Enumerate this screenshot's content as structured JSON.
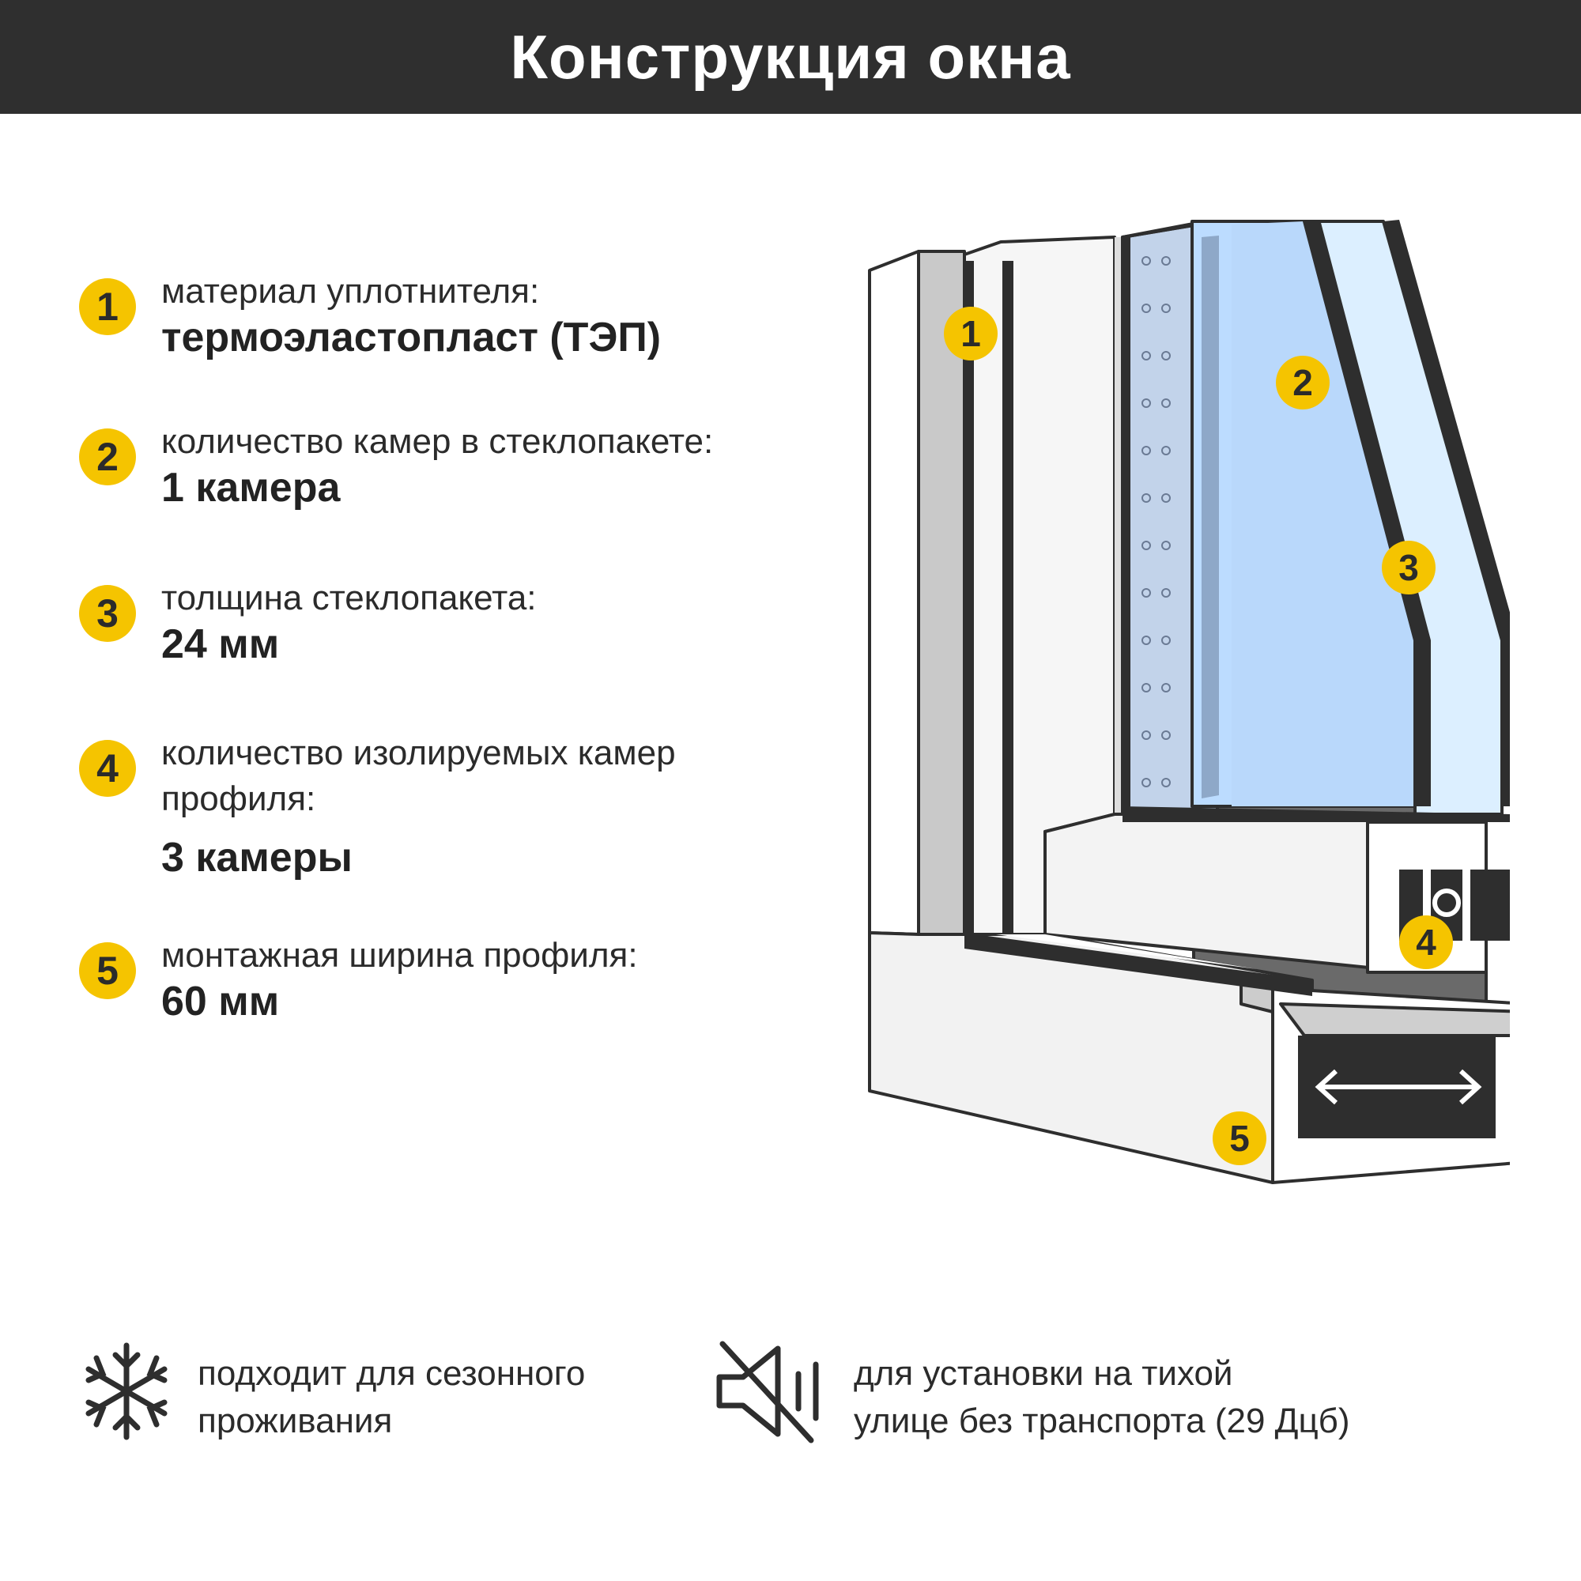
{
  "title": "Конструкция окна",
  "specs": [
    {
      "num": "1",
      "label": "материал уплотнителя:",
      "value": "термоэластопласт (ТЭП)"
    },
    {
      "num": "2",
      "label": "количество камер в стеклопакете:",
      "value": "1 камера"
    },
    {
      "num": "3",
      "label": "толщина стеклопакета:",
      "value": "24 мм"
    },
    {
      "num": "4",
      "label_line1": "количество изолируемых камер",
      "label_line2": "профиля:",
      "value": "3 камеры"
    },
    {
      "num": "5",
      "label": "монтажная ширина профиля:",
      "value": "60 мм"
    }
  ],
  "diagram_markers": [
    "1",
    "2",
    "3",
    "4",
    "5"
  ],
  "features": [
    {
      "icon": "snowflake-icon",
      "line1": "подходит для сезонного",
      "line2": "проживания"
    },
    {
      "icon": "muted-speaker-icon",
      "line1": "для установки на тихой",
      "line2": "улице без транспорта (29 Дцб)"
    }
  ],
  "colors": {
    "accent": "#f5c400",
    "header": "#2f2f2f",
    "glass": "#bcdcff",
    "frame": "#2e2e2e"
  }
}
